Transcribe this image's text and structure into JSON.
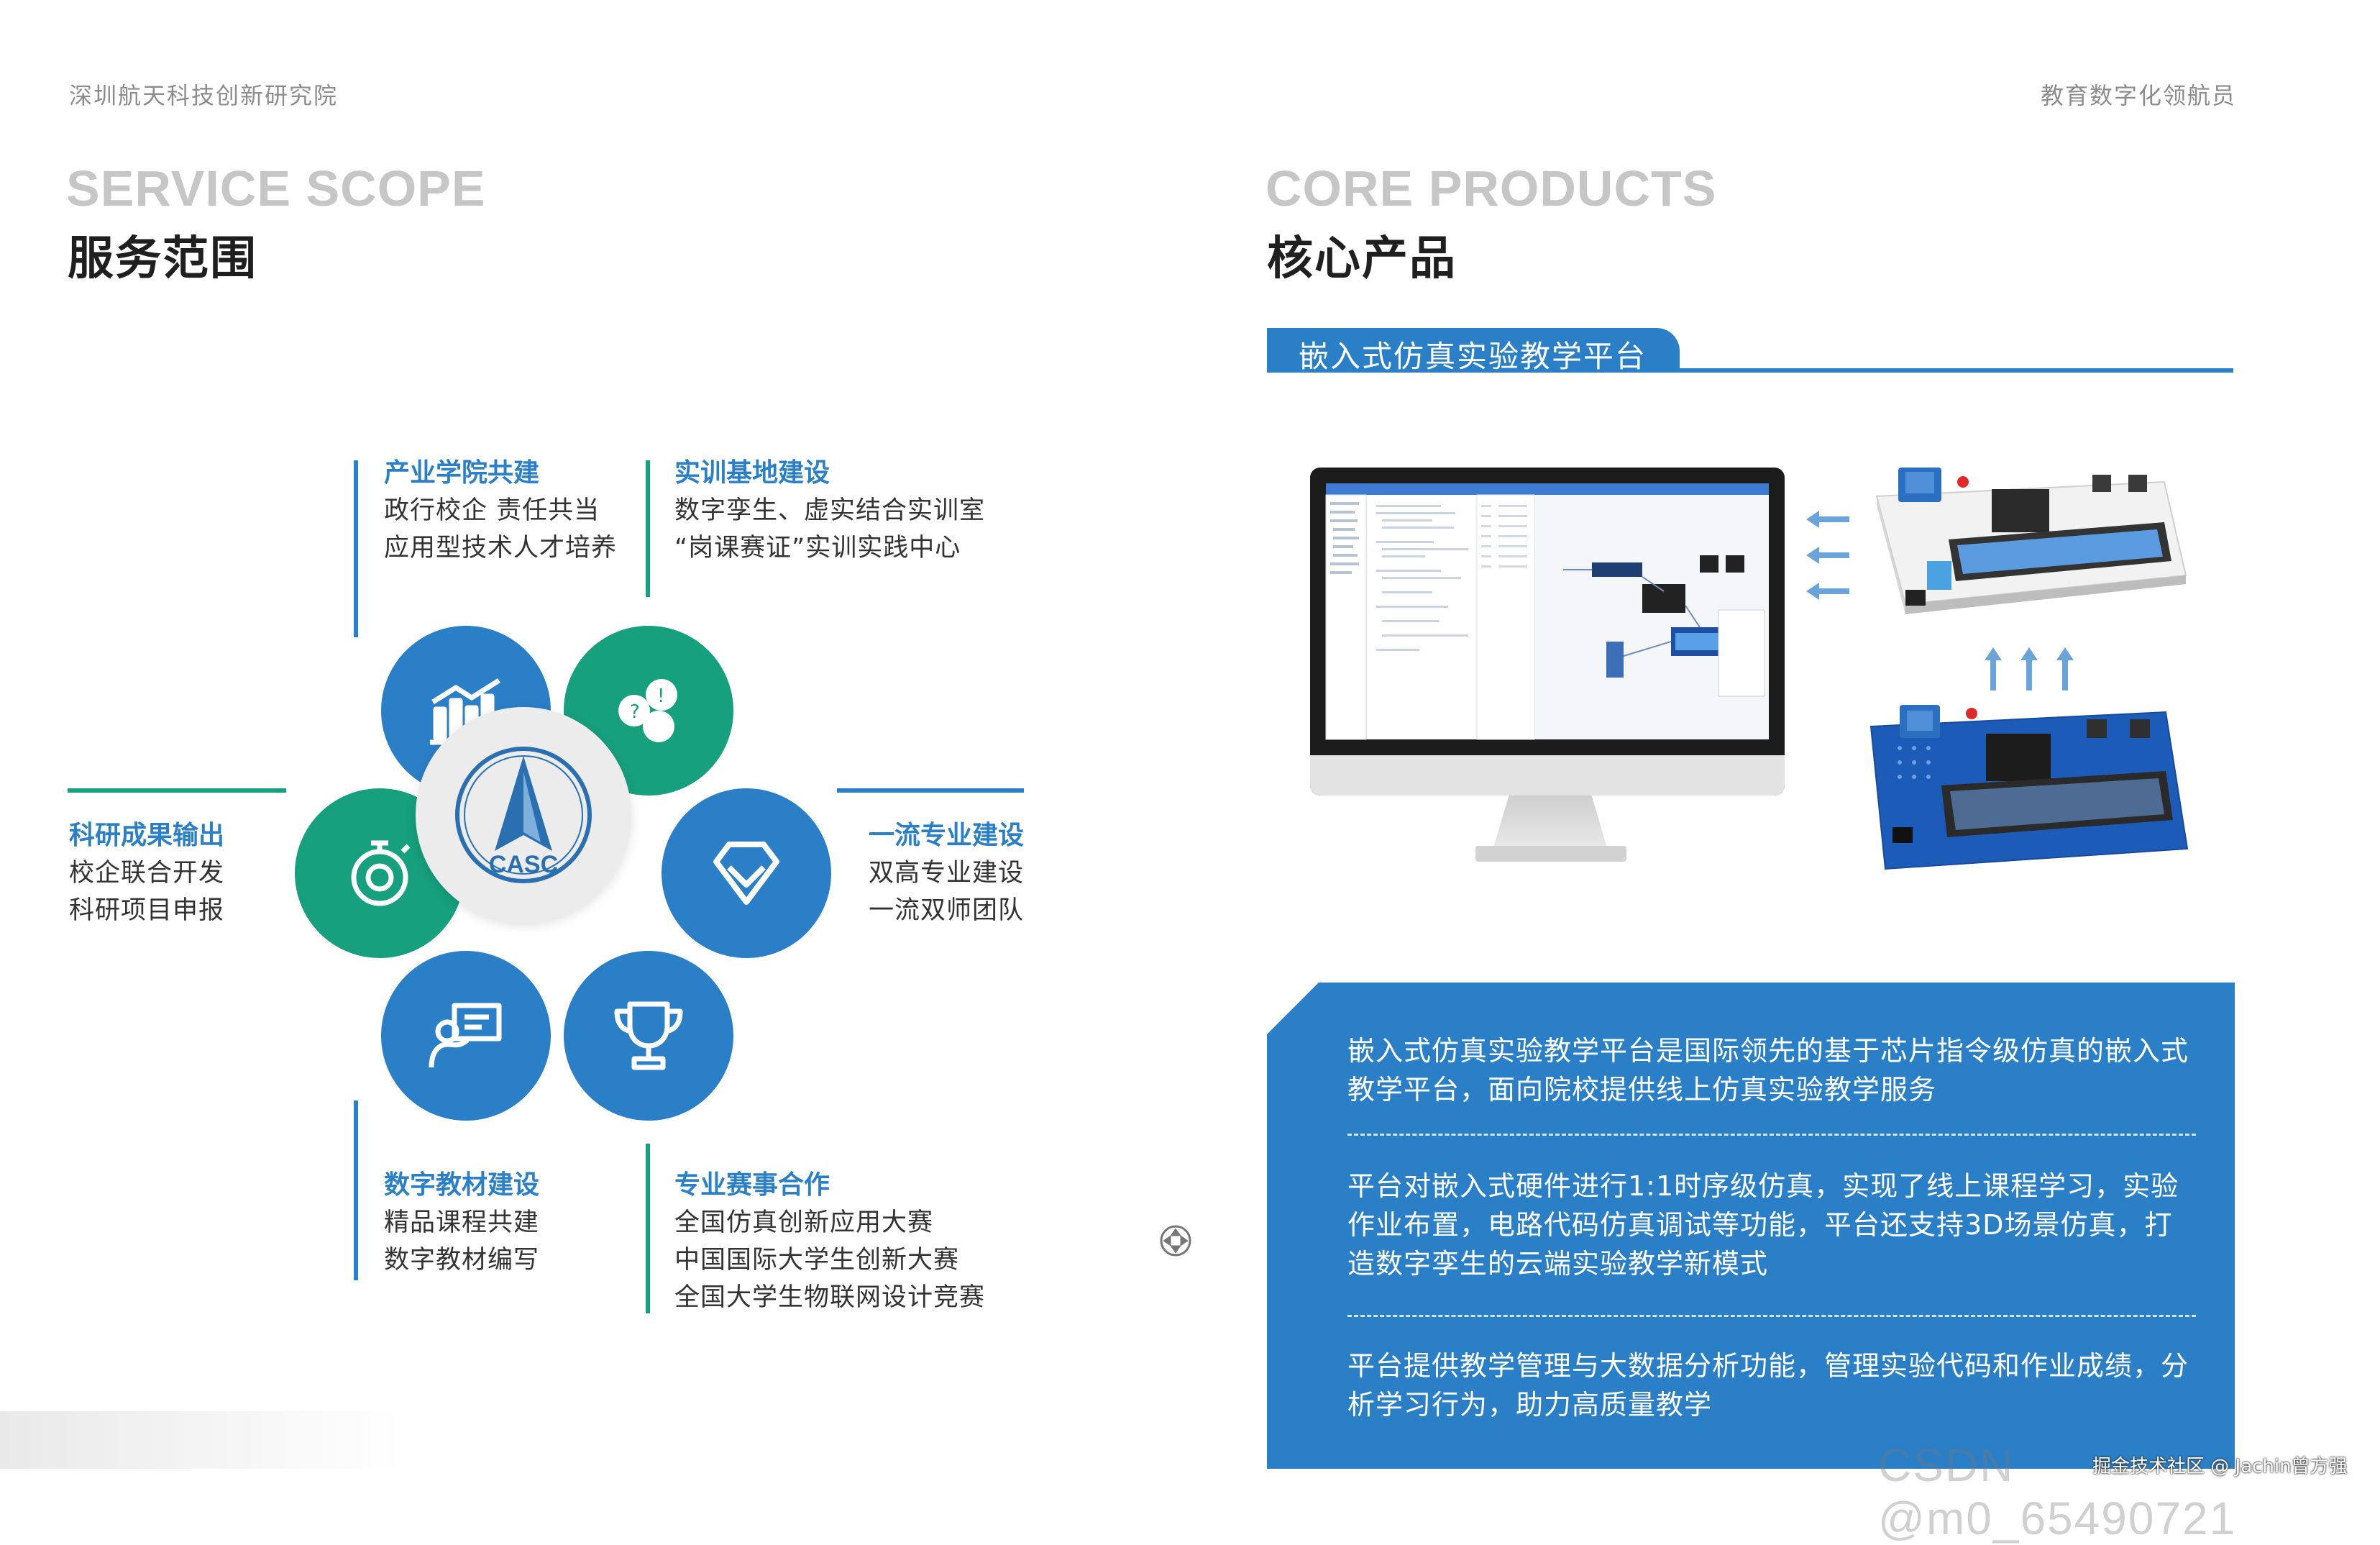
{
  "header": {
    "left": "深圳航天科技创新研究院",
    "right": "教育数字化领航员"
  },
  "service": {
    "title_en": "SERVICE SCOPE",
    "title_cn": "服务范围",
    "items": [
      {
        "title": "产业学院共建",
        "lines": [
          "政行校企 责任共当",
          "应用型技术人才培养"
        ]
      },
      {
        "title": "实训基地建设",
        "lines": [
          "数字孪生、虚实结合实训室",
          "“岗课赛证”实训实践中心"
        ]
      },
      {
        "title": "科研成果输出",
        "lines": [
          "校企联合开发",
          "科研项目申报"
        ]
      },
      {
        "title": "一流专业建设",
        "lines": [
          "双高专业建设",
          "一流双师团队"
        ]
      },
      {
        "title": "数字教材建设",
        "lines": [
          "精品课程共建",
          "数字教材编写"
        ]
      },
      {
        "title": "专业赛事合作",
        "lines": [
          "全国仿真创新应用大赛",
          "中国国际大学生创新大赛",
          "全国大学生物联网设计竞赛"
        ]
      }
    ],
    "center_logo_text": "CASC"
  },
  "products": {
    "title_en": "CORE PRODUCTS",
    "title_cn": "核心产品",
    "tab": "嵌入式仿真实验教学平台",
    "paragraphs": [
      "嵌入式仿真实验教学平台是国际领先的基于芯片指令级仿真的嵌入式教学平台，面向院校提供线上仿真实验教学服务",
      "平台对嵌入式硬件进行1:1时序级仿真，实现了线上课程学习，实验作业布置，电路代码仿真调试等功能，平台还支持3D场景仿真，打造数字孪生的云端实验教学新模式",
      "平台提供教学管理与大数据分析功能，管理实验代码和作业成绩，分析学习行为，助力高质量教学"
    ]
  },
  "watermark": {
    "small": "掘金技术社区 @ Jachin曾方强",
    "large": "CSDN @m0_65490721"
  },
  "colors": {
    "blue": "#2b7fc6",
    "green": "#17a07d",
    "title_gray": "#c6c6c6"
  },
  "icons": [
    "bar-chart-icon",
    "idea-chat-icon",
    "gear-timer-icon",
    "diamond-icon",
    "presenter-icon",
    "trophy-icon",
    "casc-logo",
    "move-icon"
  ]
}
